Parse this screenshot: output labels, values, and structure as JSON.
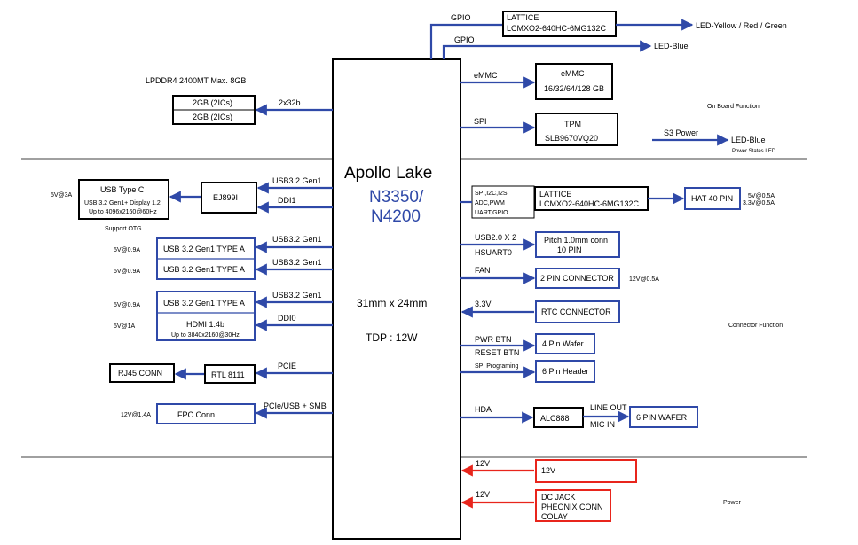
{
  "colors": {
    "bus": "#2f49a8",
    "power": "#e8251c",
    "value_green": "#3f8f3f",
    "power_text": "#d0211a",
    "cpu_model": "#2f49a8"
  },
  "cpu": {
    "name": "Apollo Lake",
    "model_line1": "N3350/",
    "model_line2": "N4200",
    "size": "31mm x 24mm",
    "tdp": "TDP : 12W"
  },
  "top": {
    "gpio1": "GPIO",
    "gpio2": "GPIO",
    "lattice_line1": "LATTICE",
    "lattice_line2": "LCMXO2-640HC-6MG132C",
    "led_ryg": "LED-Yellow / Red / Green",
    "led_blue": "LED-Blue"
  },
  "memory": {
    "title": "LPDDR4 2400MT Max. 8GB",
    "bus": "2x32b",
    "chip1": "2GB (2ICs)",
    "chip2": "2GB (2ICs)"
  },
  "onboard": {
    "emmc_bus": "eMMC",
    "emmc_title": "eMMC",
    "emmc_sizes": "16/32/64/128 GB",
    "spi_bus": "SPI",
    "tpm_title": "TPM",
    "tpm_part": "SLB9670VQ20",
    "s3_power": "S3 Power",
    "led_blue": "LED-Blue",
    "section_label": "On Board Function",
    "power_states": "Power States LED"
  },
  "left": {
    "usbc_power": "5V@3A",
    "usbc_title": "USB Type C",
    "usbc_line2": "USB 3.2 Gen1+ Display 1.2",
    "usbc_line3": "Up to 4096x2160@60Hz",
    "support_otg": "Support OTG",
    "ej899i": "EJ899I",
    "bus_usb1": "USB3.2 Gen1",
    "bus_ddi1": "DDI1",
    "bus_usb2": "USB3.2 Gen1",
    "bus_usb3": "USB3.2 Gen1",
    "bus_usb4": "USB3.2 Gen1",
    "bus_ddi0": "DDI0",
    "bus_pcie": "PCIE",
    "bus_pcieusb": "PCIe/USB + SMB",
    "usba1": "USB 3.2 Gen1 TYPE A",
    "usba2": "USB 3.2 Gen1 TYPE A",
    "usba3": "USB 3.2 Gen1 TYPE A",
    "pw_usba1": "5V@0.9A",
    "pw_usba2": "5V@0.9A",
    "pw_usba3": "5V@0.9A",
    "pw_hdmi": "5V@1A",
    "hdmi_title": "HDMI 1.4b",
    "hdmi_sub": "Up to 3840x2160@30Hz",
    "rj45": "RJ45 CONN",
    "rtl": "RTL  8111",
    "fpc_power": "12V@1.4A",
    "fpc": "FPC Conn."
  },
  "right": {
    "sig1": "SPI,I2C,I2S",
    "sig2": "ADC,PWM",
    "sig3": "UART,GPIO",
    "lattice_line1": "LATTICE",
    "lattice_line2": "LCMXO2-640HC-6MG132C",
    "hat": "HAT 40 PIN",
    "hat_pw1": "5V@0.5A",
    "hat_pw2": "3.3V@0.5A",
    "usb2": "USB2.0 X 2",
    "hsuart": "HSUART0",
    "pitch1": "Pitch 1.0mm conn",
    "pitch2": "10 PIN",
    "fan": "FAN",
    "twopin": "2 PIN CONNECTOR",
    "twopin_pw": "12V@0.5A",
    "v33": "3.3V",
    "rtc": "RTC CONNECTOR",
    "pwr_btn": "PWR BTN",
    "reset_btn": "RESET BTN",
    "wafer4": "4 Pin Wafer",
    "spi_prog": "SPI Programing",
    "header6": "6 Pin Header",
    "connector_label": "Connector Function",
    "hda": "HDA",
    "alc": "ALC888",
    "line_out": "LINE OUT",
    "mic_in": "MIC IN",
    "wafer6": "6 PIN WAFER"
  },
  "power": {
    "v12a": "12V",
    "box12": "12V",
    "v12b": "12V",
    "dc1": "DC JACK",
    "dc2": "PHEONIX CONN",
    "dc3": "COLAY",
    "section_label": "Power"
  }
}
